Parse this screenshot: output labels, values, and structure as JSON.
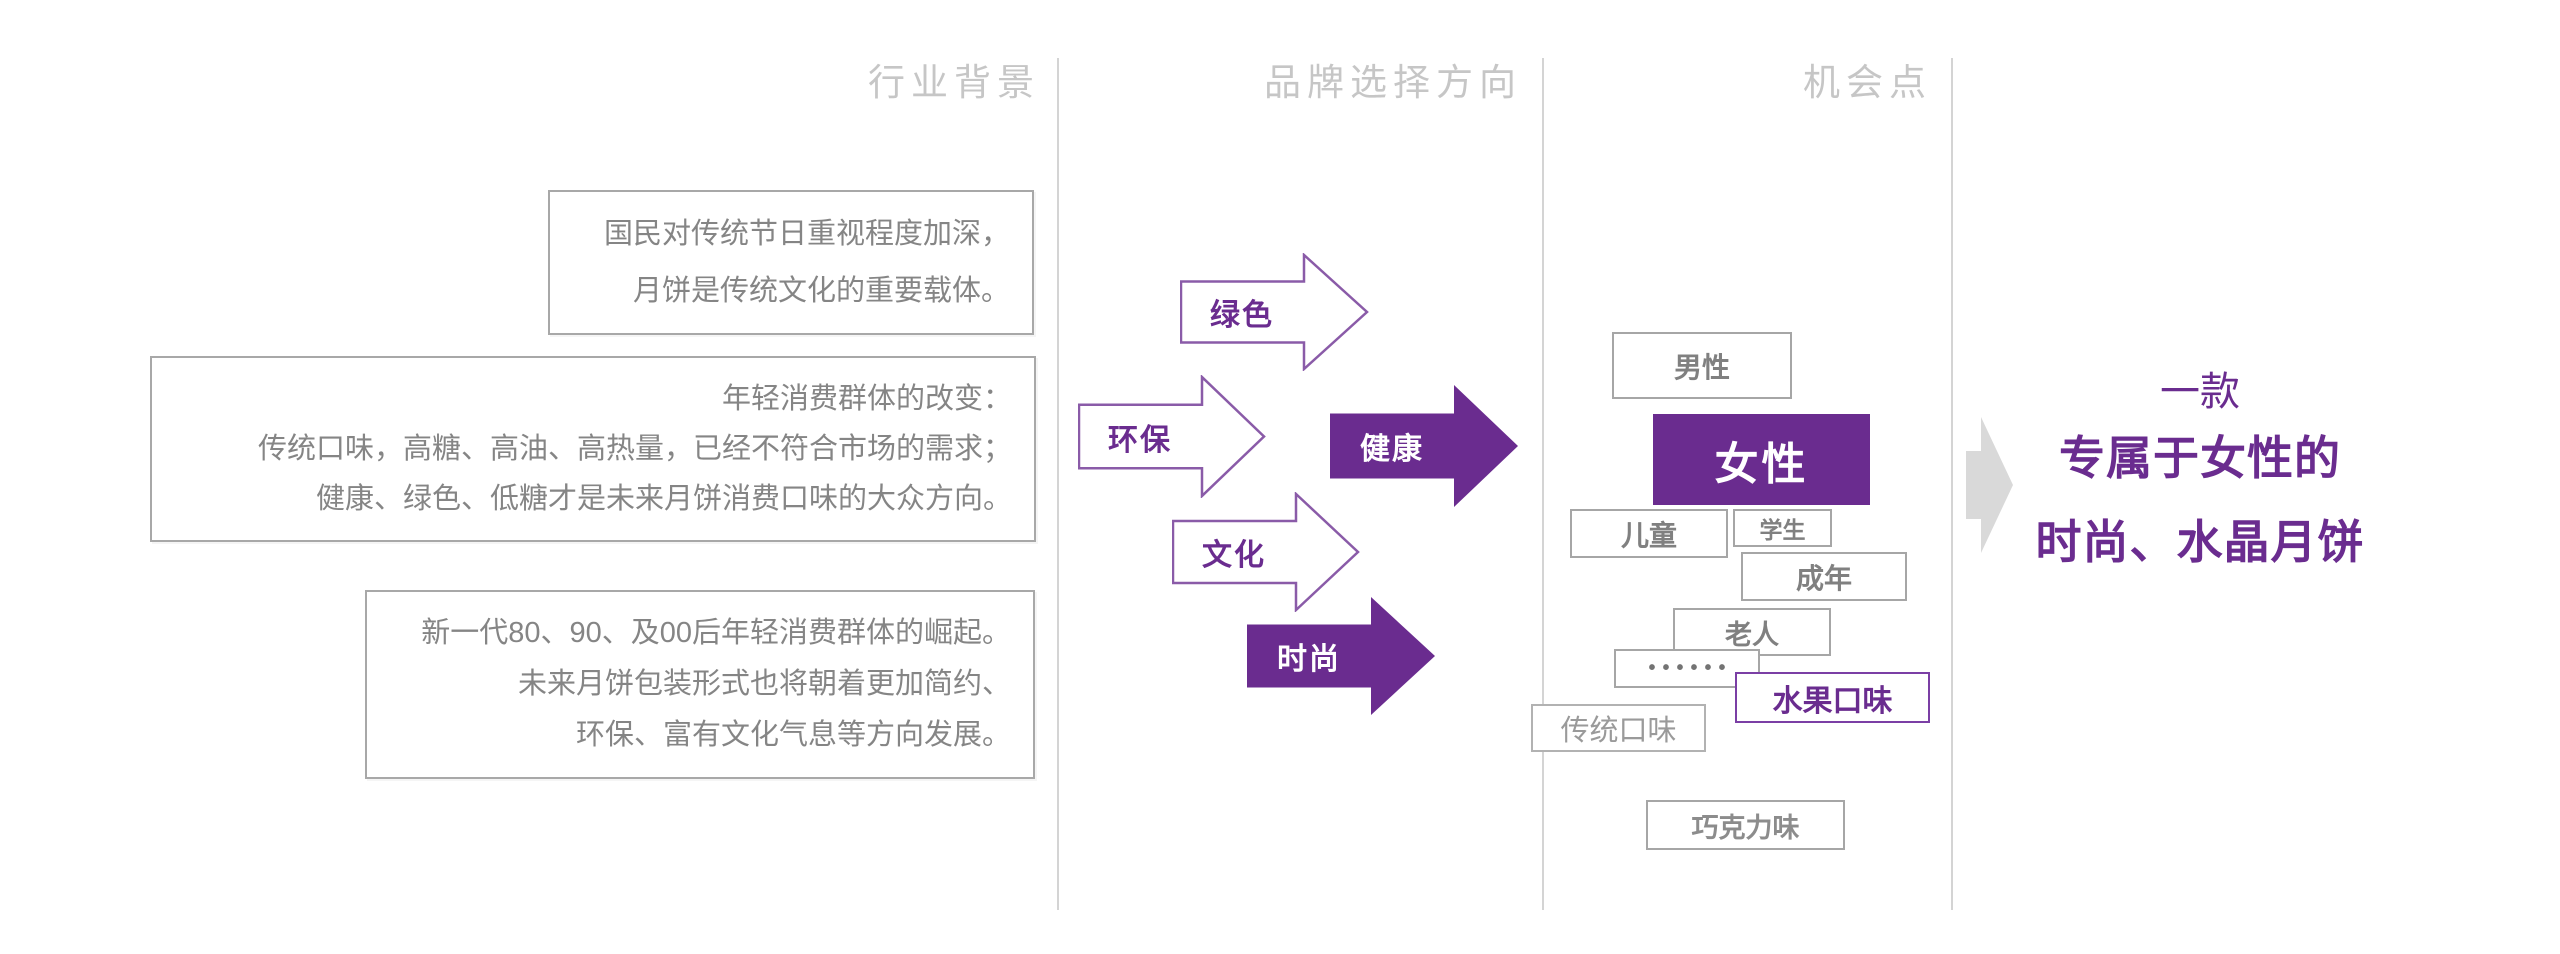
{
  "colors": {
    "accent_purple": "#6A2C8F",
    "outline_purple": "#8A5BA8",
    "fruit_border_purple": "#7B3FA5",
    "gray_text": "#858585",
    "light_gray_text": "#9A9A9A",
    "box_border_gray": "#A6A6A6",
    "divider_gray": "#D4D4D4",
    "header_gray": "#C6C6C6",
    "transition_arrow_gray": "#D9D9D9",
    "background": "#FFFFFF"
  },
  "headers": {
    "industry": "行业背景",
    "brand_direction": "品牌选择方向",
    "opportunity": "机会点"
  },
  "industry_background": {
    "box1": {
      "lines": [
        "国民对传统节日重视程度加深，",
        "月饼是传统文化的重要载体。"
      ]
    },
    "box2": {
      "lines": [
        "年轻消费群体的改变：",
        "传统口味，高糖、高油、高热量，已经不符合市场的需求；",
        "健康、绿色、低糖才是未来月饼消费口味的大众方向。"
      ]
    },
    "box3": {
      "lines": [
        "新一代80、90、及00后年轻消费群体的崛起。",
        "未来月饼包装形式也将朝着更加简约、",
        "环保、富有文化气息等方向发展。"
      ]
    }
  },
  "brand_direction_arrows": [
    {
      "label": "绿色",
      "style": "outline"
    },
    {
      "label": "环保",
      "style": "outline"
    },
    {
      "label": "健康",
      "style": "solid"
    },
    {
      "label": "文化",
      "style": "outline"
    },
    {
      "label": "时尚",
      "style": "solid"
    }
  ],
  "opportunity_items": [
    {
      "label": "男性",
      "style": "gray"
    },
    {
      "label": "女性",
      "style": "solid-purple"
    },
    {
      "label": "儿童",
      "style": "gray"
    },
    {
      "label": "学生",
      "style": "gray"
    },
    {
      "label": "成年",
      "style": "gray"
    },
    {
      "label": "老人",
      "style": "gray"
    },
    {
      "label": "••••••",
      "style": "gray-dots"
    },
    {
      "label": "水果口味",
      "style": "purple-outline"
    },
    {
      "label": "传统口味",
      "style": "gray-light"
    },
    {
      "label": "巧克力味",
      "style": "gray"
    }
  ],
  "conclusion": {
    "line1": "一款",
    "line2": "专属于女性的",
    "line3": "时尚、水晶月饼"
  }
}
